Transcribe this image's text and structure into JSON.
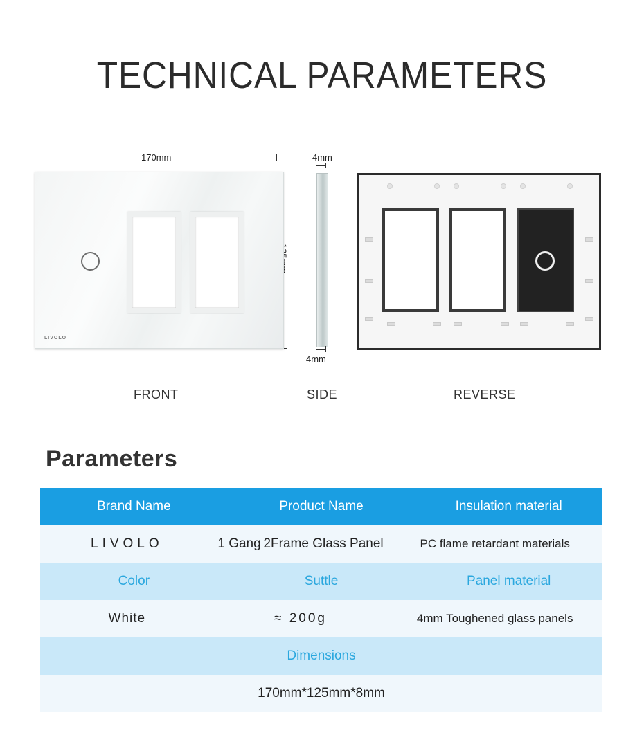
{
  "page_title": "TECHNICAL PARAMETERS",
  "dimensions": {
    "width_label": "170mm",
    "height_label": "125mm",
    "side_top_label": "4mm",
    "side_bottom_label": "4mm"
  },
  "front_panel": {
    "logo_text": "LIVOLO"
  },
  "views": {
    "front": "FRONT",
    "side": "SIDE",
    "reverse": "REVERSE"
  },
  "parameters_title": "Parameters",
  "table": {
    "headers": [
      "Brand Name",
      "Product Name",
      "Insulation material"
    ],
    "row1": [
      "LIVOLO",
      "1 Gang 2Frame Glass Panel",
      "PC flame retardant materials"
    ],
    "headers2": [
      "Color",
      "Suttle",
      "Panel material"
    ],
    "row2": [
      "White",
      "≈ 200g",
      "4mm Toughened glass panels"
    ],
    "header3": "Dimensions",
    "row3": "170mm*125mm*8mm"
  },
  "colors": {
    "header_blue": "#1a9ee2",
    "light_blue": "#c9e8f9",
    "label_blue": "#2aa7de"
  }
}
